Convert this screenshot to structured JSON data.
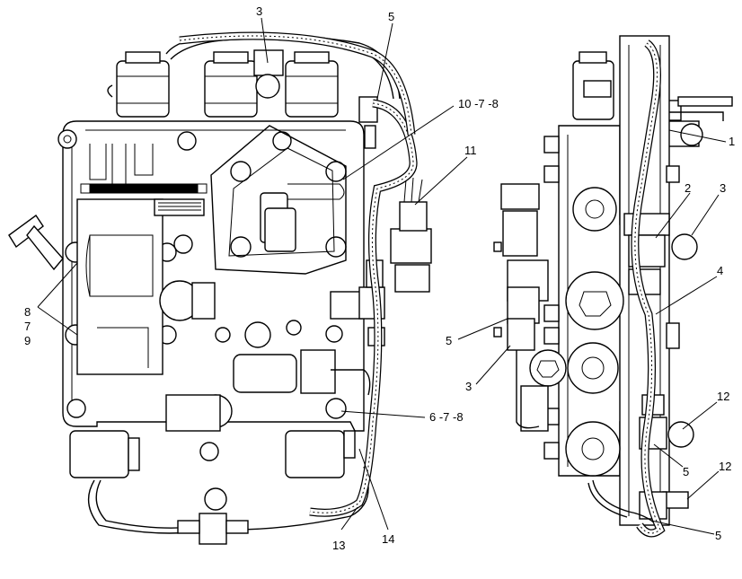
{
  "callouts": {
    "left_top_3": "3",
    "left_top_5": "5",
    "left_10_7_8": "10 -7 -8",
    "left_11": "11",
    "left_8": "8",
    "left_7": "7",
    "left_9": "9",
    "left_6_7_8": "6 -7 -8",
    "left_13": "13",
    "left_14": "14",
    "right_1": "1",
    "right_2": "2",
    "right_3_top": "3",
    "right_4": "4",
    "right_5_left": "5",
    "right_3_left": "3",
    "right_12_upper": "12",
    "right_5_mid": "5",
    "right_12_lower": "12",
    "right_5_bottom": "5"
  }
}
